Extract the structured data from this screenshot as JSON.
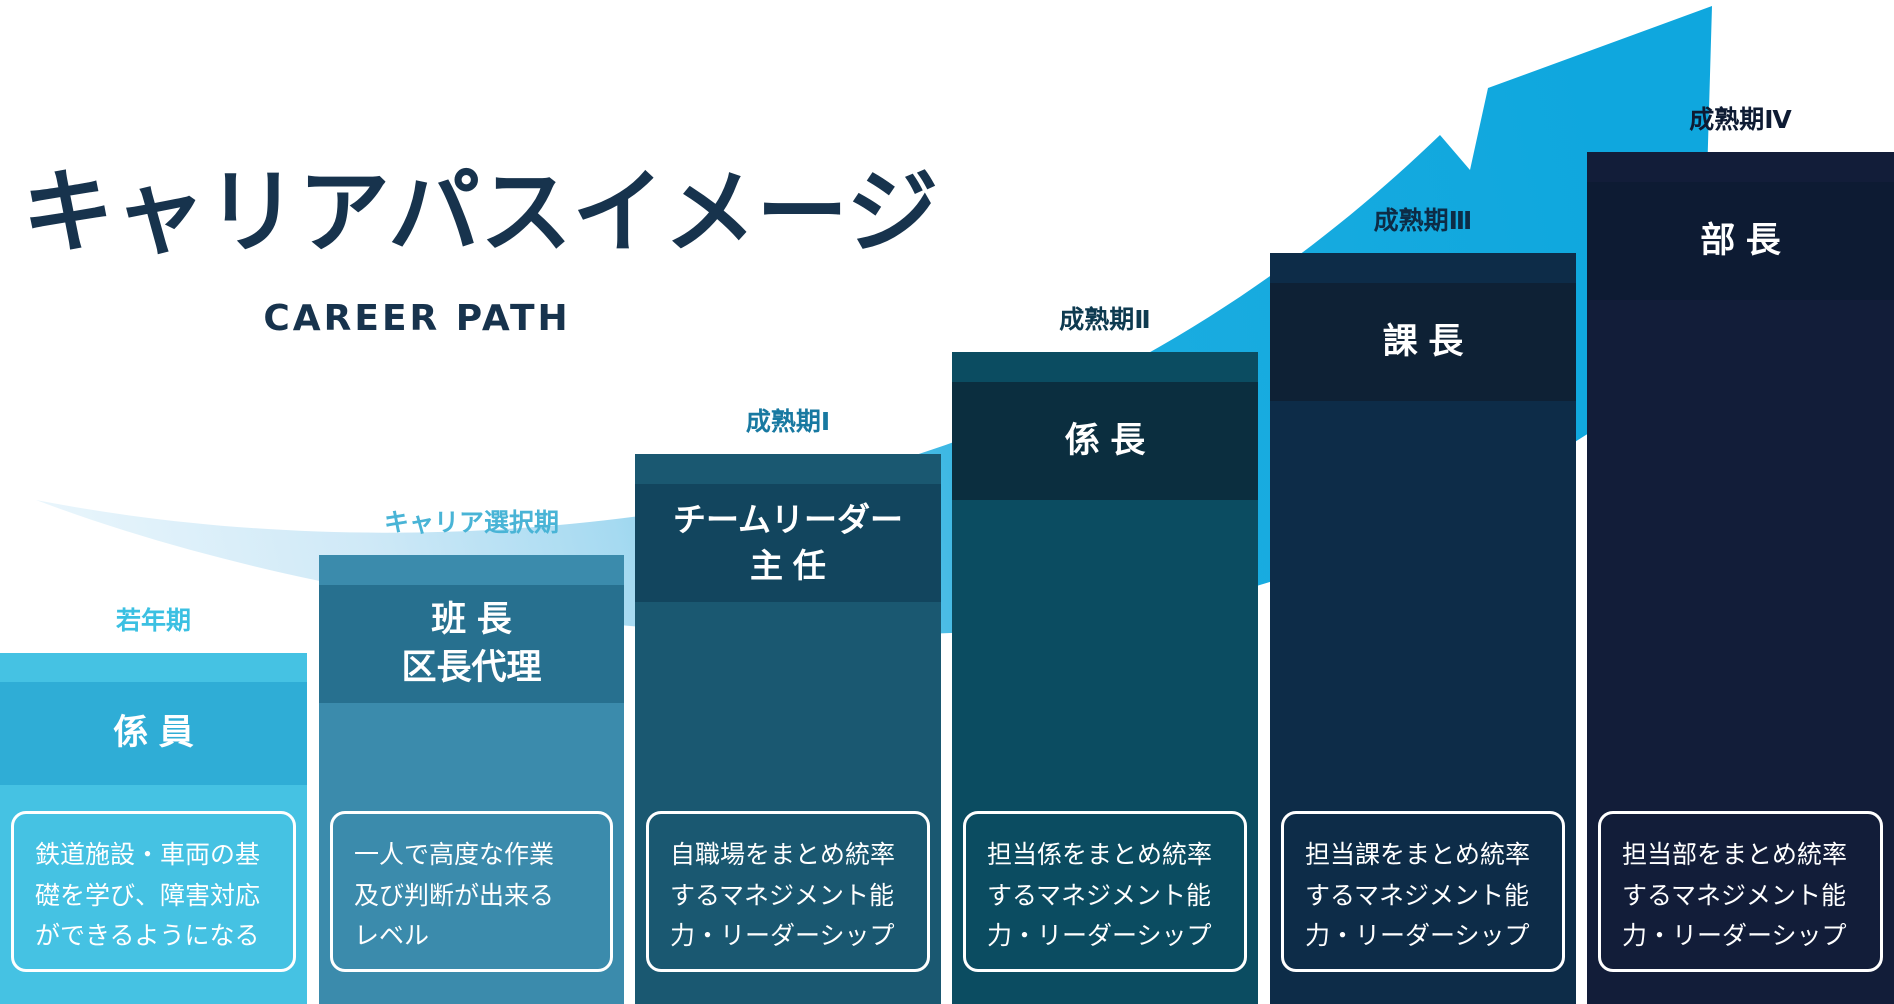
{
  "page": {
    "title": "キャリアパスイメージ",
    "subtitle": "CAREER PATH"
  },
  "arrow": {
    "icon": "up-right-growth-arrow",
    "gradient_start_color": "#eaf6fc",
    "gradient_end_color": "#0fa7de"
  },
  "steps": [
    {
      "stage": "若年期",
      "stage_color": "#3bc0e2",
      "role": "係員",
      "role_line2": "",
      "column_color": "#45c2e3",
      "band_color": "#2fadd6",
      "description_lines": [
        "鉄道施設・車両の基",
        "礎を学び、障害対応",
        "ができるようになる"
      ]
    },
    {
      "stage": "キャリア選択期",
      "stage_color": "#49b4d6",
      "role": "班長",
      "role_line2": "区長代理",
      "column_color": "#3b8bac",
      "band_color": "#27708f",
      "description_lines": [
        "一人で高度な作業",
        "及び判断が出来る",
        "レベル"
      ]
    },
    {
      "stage": "成熟期Ⅰ",
      "stage_color": "#1879a1",
      "role": "チームリーダー",
      "role_line2": "主任",
      "column_color": "#1a5871",
      "band_color": "#12455e",
      "description_lines": [
        "自職場をまとめ統率",
        "するマネジメント能",
        "力・リーダーシップ"
      ]
    },
    {
      "stage": "成熟期Ⅱ",
      "stage_color": "#0e3a50",
      "role": "係長",
      "role_line2": "",
      "column_color": "#0b4c61",
      "band_color": "#0b2e3f",
      "description_lines": [
        "担当係をまとめ統率",
        "するマネジメント能",
        "力・リーダーシップ"
      ]
    },
    {
      "stage": "成熟期Ⅲ",
      "stage_color": "#0d2c46",
      "role": "課長",
      "role_line2": "",
      "column_color": "#0d2c48",
      "band_color": "#0e2135",
      "description_lines": [
        "担当課をまとめ統率",
        "するマネジメント能",
        "力・リーダーシップ"
      ]
    },
    {
      "stage": "成熟期Ⅳ",
      "stage_color": "#0e1b33",
      "role": "部長",
      "role_line2": "",
      "column_color": "#121d39",
      "band_color": "#0d1b33",
      "description_lines": [
        "担当部をまとめ統率",
        "するマネジメント能",
        "力・リーダーシップ"
      ]
    }
  ]
}
